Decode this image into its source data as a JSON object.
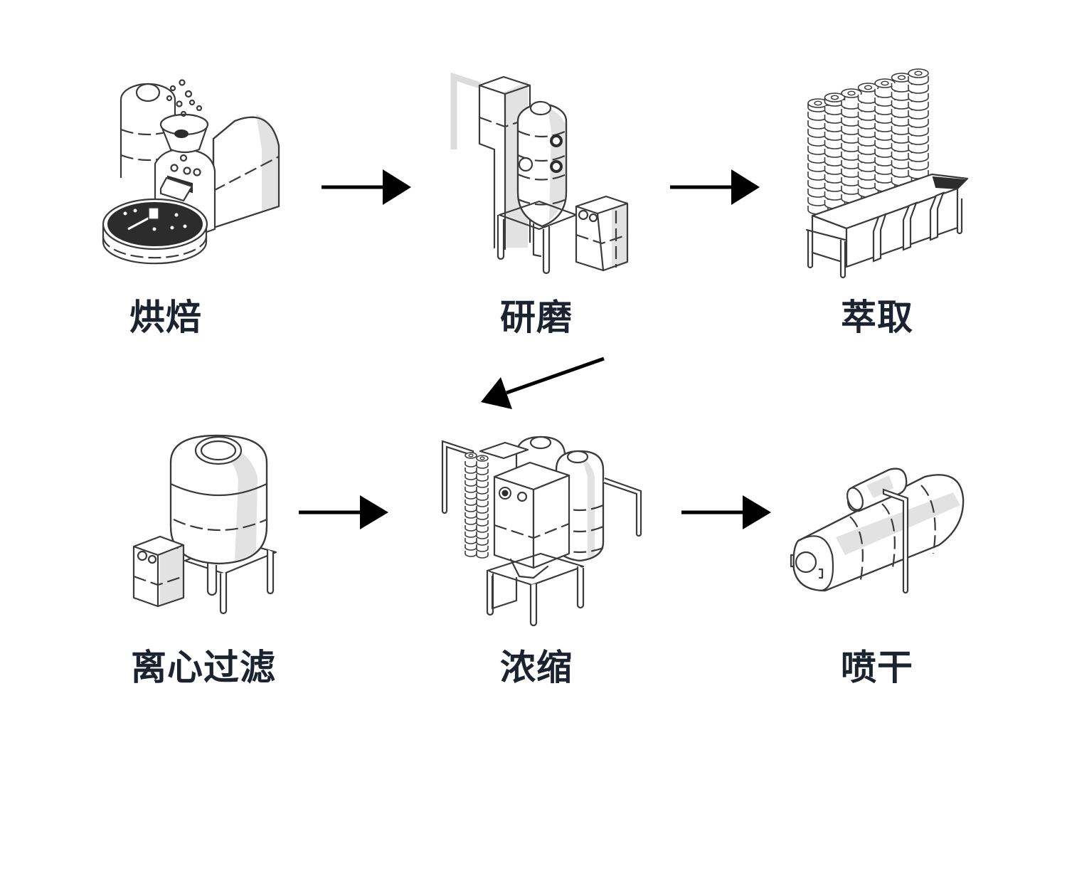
{
  "diagram": {
    "title": "",
    "steps": [
      {
        "id": "roasting",
        "label": "烘焙",
        "icon": "roaster-machine-icon"
      },
      {
        "id": "grinding",
        "label": "研磨",
        "icon": "grinder-machine-icon"
      },
      {
        "id": "extraction",
        "label": "萃取",
        "icon": "extraction-columns-icon"
      },
      {
        "id": "centrifugal-filtration",
        "label": "离心过滤",
        "icon": "centrifuge-tank-icon"
      },
      {
        "id": "concentration",
        "label": "浓缩",
        "icon": "evaporator-concentrator-icon"
      },
      {
        "id": "spray-drying",
        "label": "喷干",
        "icon": "spray-dryer-drum-icon"
      }
    ],
    "flow": [
      {
        "from": "roasting",
        "to": "grinding"
      },
      {
        "from": "grinding",
        "to": "extraction"
      },
      {
        "from": "extraction",
        "to": "concentration"
      },
      {
        "from": "centrifugal-filtration",
        "to": "concentration"
      },
      {
        "from": "concentration",
        "to": "spray-drying"
      }
    ],
    "colors": {
      "label_text": "#1b2230",
      "arrow": "#000000",
      "line_art": "#3a3a3a",
      "shade": "#e2e2e2",
      "background": "#ffffff"
    }
  }
}
